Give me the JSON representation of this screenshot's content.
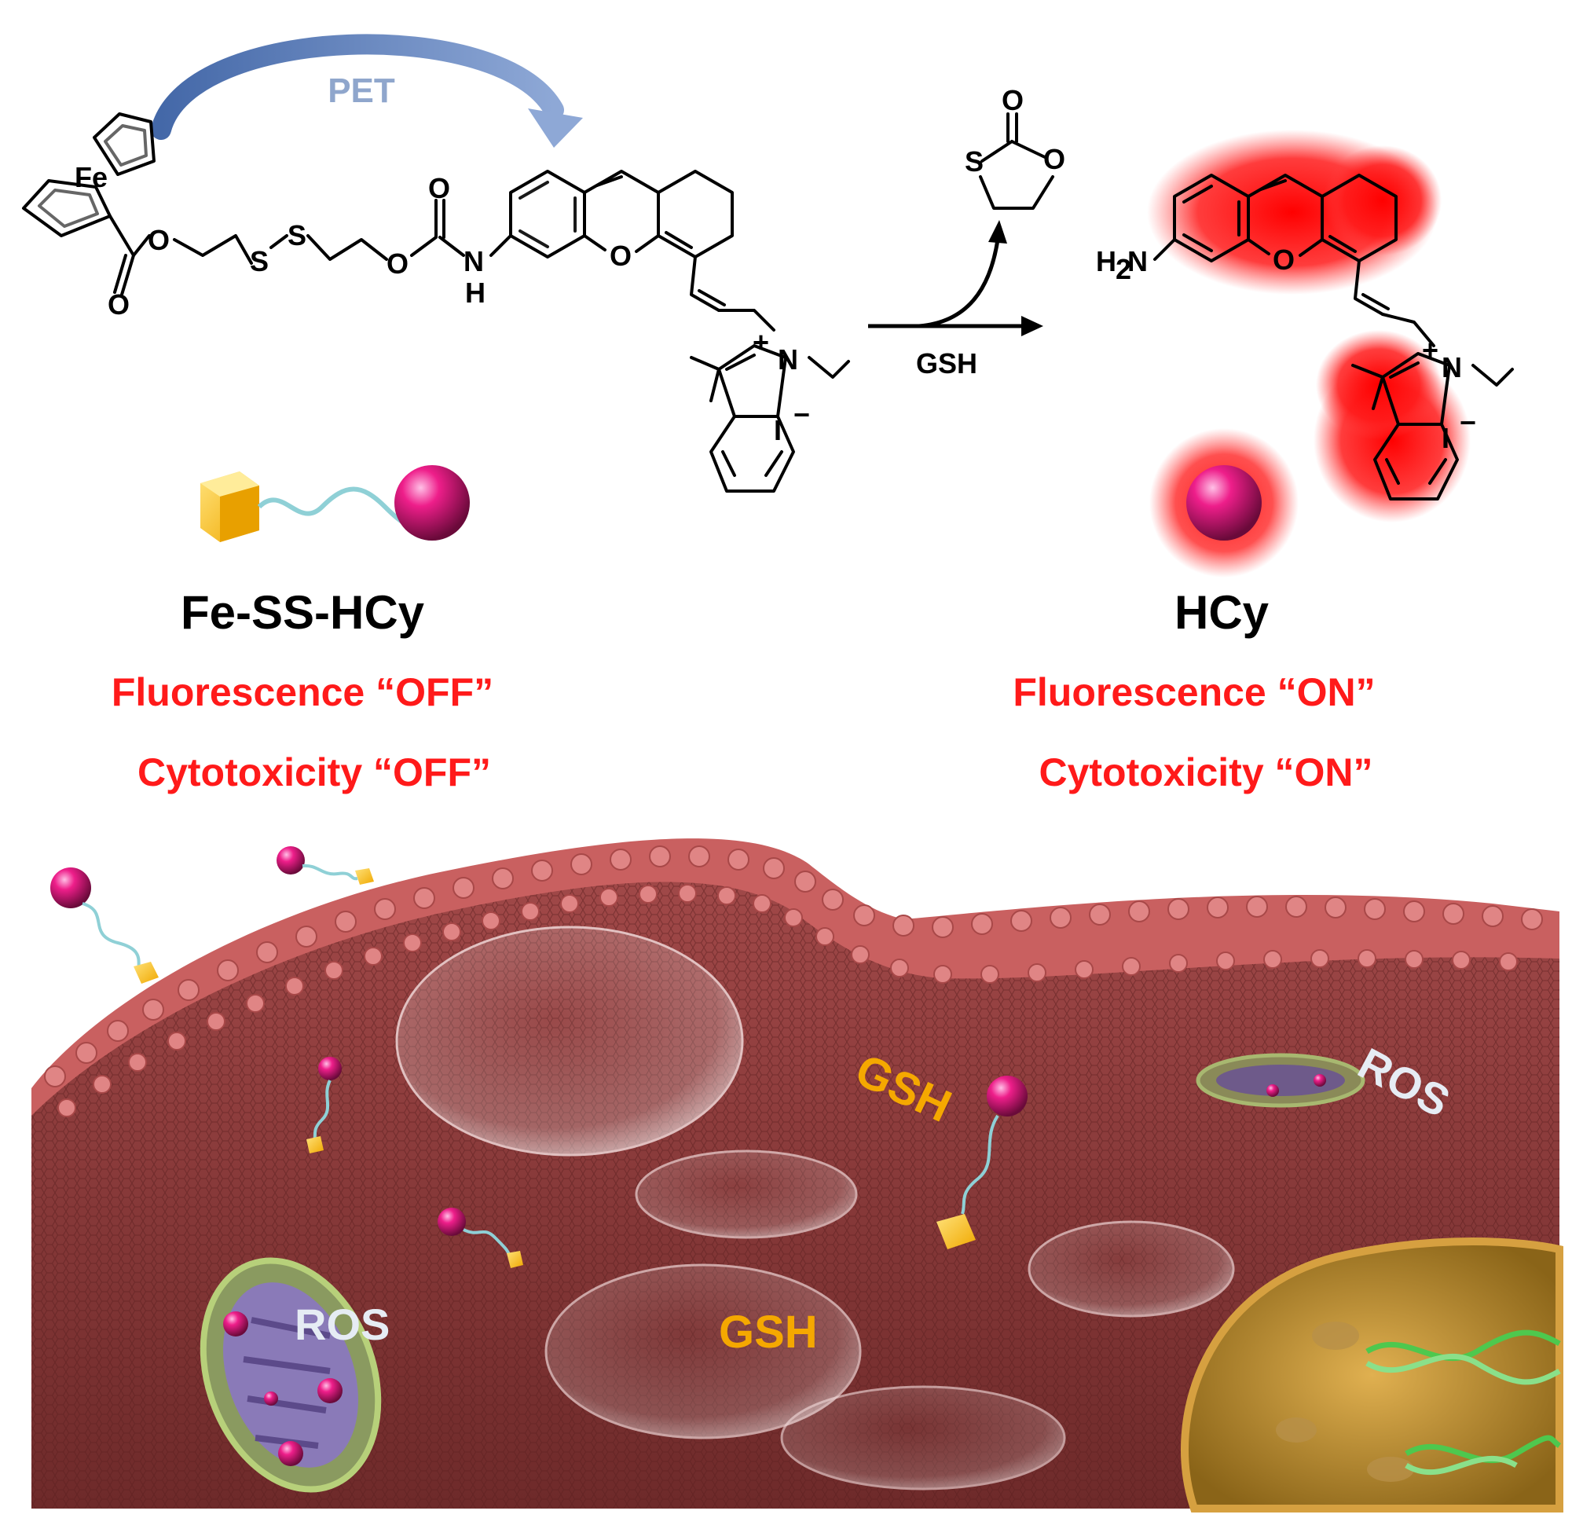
{
  "reaction": {
    "pet_label": "PET",
    "reagent_label": "GSH"
  },
  "reactant": {
    "name": "Fe-SS-HCy",
    "fluorescence": "Fluorescence “OFF”",
    "cytotoxicity": "Cytotoxicity “OFF”"
  },
  "product": {
    "name": "HCy",
    "fluorescence": "Fluorescence “ON”",
    "cytotoxicity": "Cytotoxicity “ON”"
  },
  "atoms": {
    "fe": "Fe",
    "o": "O",
    "s": "S",
    "n": "N",
    "h": "H",
    "nh2_h": "H",
    "nh2_sub": "2",
    "nh2_n": "N",
    "plus": "+",
    "iodide": "I",
    "minus": "−"
  },
  "cell": {
    "labels": [
      "GSH",
      "ROS",
      "ROS",
      "GSH"
    ]
  },
  "colors": {
    "pet_arrow": "#5b7fb8",
    "state_text": "#ff1a1a",
    "gsh_text": "#f5a800",
    "ros_text": "#e6ecf4",
    "glow": "#ff2020",
    "cell_fill": "#8b3a3a"
  }
}
